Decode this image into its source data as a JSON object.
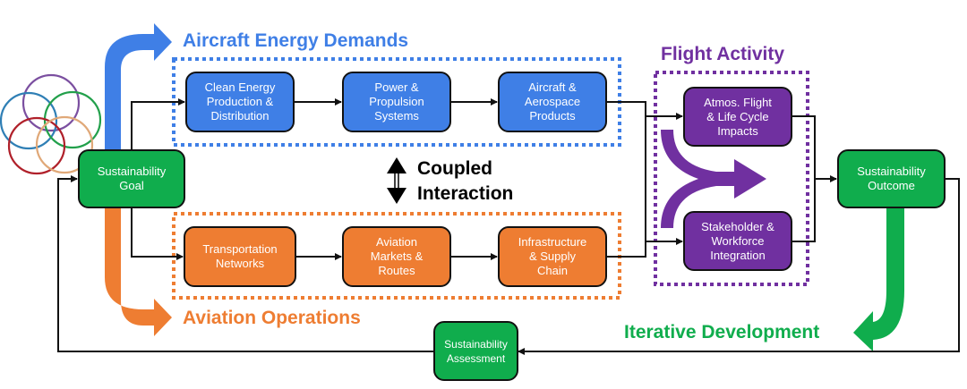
{
  "diagram": {
    "colors": {
      "blue": "#3f7fe6",
      "orange": "#ee7d32",
      "purple": "#7030a0",
      "green": "#10ad4d",
      "line": "#111111"
    },
    "groups": {
      "energy": {
        "title": "Aircraft Energy Demands"
      },
      "operations": {
        "title": "Aviation Operations"
      },
      "flight": {
        "title": "Flight Activity"
      },
      "iterative": {
        "title": "Iterative Development"
      }
    },
    "coupled_label": "Coupled\nInteraction",
    "nodes": {
      "goal": "Sustainability\nGoal",
      "clean_energy": "Clean Energy\nProduction &\nDistribution",
      "power": "Power &\nPropulsion\nSystems",
      "aircraft": "Aircraft &\nAerospace\nProducts",
      "transport": "Transportation\nNetworks",
      "markets": "Aviation\nMarkets &\nRoutes",
      "infrastructure": "Infrastructure\n& Supply\nChain",
      "atmos": "Atmos. Flight\n& Life Cycle\nImpacts",
      "stakeholder": "Stakeholder &\nWorkforce\nIntegration",
      "outcome": "Sustainability\nOutcome",
      "assessment": "Sustainability\nAssessment"
    },
    "icon": {
      "name": "overlapping-circles-logo",
      "circle_colors": [
        "#7b4fa0",
        "#2f7fb5",
        "#22a04b",
        "#b0202a",
        "#e0a878"
      ]
    }
  }
}
